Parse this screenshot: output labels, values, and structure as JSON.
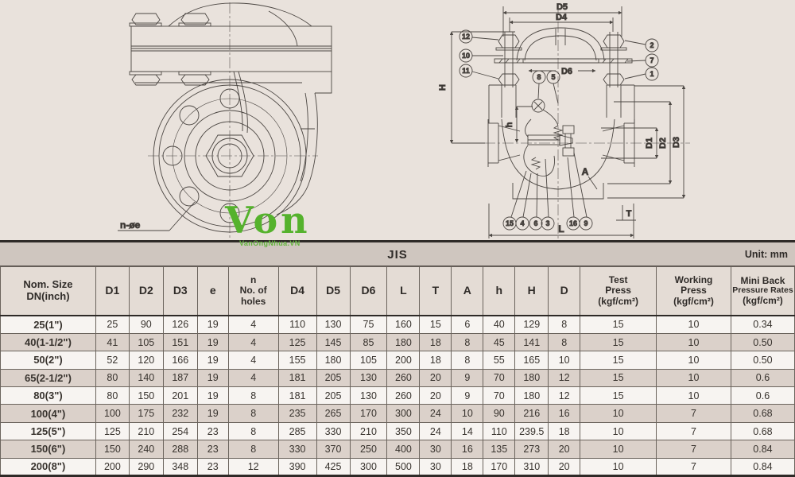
{
  "logo": {
    "text": "Von",
    "tagline": "VanOngNhua.VN",
    "color": "#55b22d"
  },
  "drawings": {
    "left": {
      "hole_label": "n-øe"
    },
    "right": {
      "dims": {
        "d5": "D5",
        "d4": "D4",
        "d6": "D6",
        "h_total": "H",
        "h_inner": "h",
        "d1": "D1",
        "d2": "D2",
        "d3": "D3",
        "a": "A",
        "t": "T",
        "l": "L"
      },
      "callouts": {
        "left": [
          "12",
          "10",
          "11"
        ],
        "right": [
          "2",
          "7",
          "1"
        ],
        "top": [
          "8",
          "5"
        ],
        "bottom": [
          "15",
          "4",
          "6",
          "3",
          "16",
          "9"
        ]
      }
    }
  },
  "table": {
    "standard": "JIS",
    "unit": "Unit: mm",
    "columns": [
      {
        "id": "size",
        "lines": [
          "Nom. Size",
          "DN(inch)"
        ]
      },
      {
        "id": "d1",
        "lines": [
          "D1"
        ]
      },
      {
        "id": "d2",
        "lines": [
          "D2"
        ]
      },
      {
        "id": "d3",
        "lines": [
          "D3"
        ]
      },
      {
        "id": "e",
        "lines": [
          "e"
        ]
      },
      {
        "id": "n",
        "lines": [
          "n",
          "No. of",
          "holes"
        ]
      },
      {
        "id": "d4",
        "lines": [
          "D4"
        ]
      },
      {
        "id": "d5",
        "lines": [
          "D5"
        ]
      },
      {
        "id": "d6",
        "lines": [
          "D6"
        ]
      },
      {
        "id": "L",
        "lines": [
          "L"
        ]
      },
      {
        "id": "T",
        "lines": [
          "T"
        ]
      },
      {
        "id": "A",
        "lines": [
          "A"
        ]
      },
      {
        "id": "h",
        "lines": [
          "h"
        ]
      },
      {
        "id": "H",
        "lines": [
          "H"
        ]
      },
      {
        "id": "D",
        "lines": [
          "D"
        ]
      },
      {
        "id": "test",
        "lines": [
          "Test",
          "Press",
          "(kgf/cm²)"
        ]
      },
      {
        "id": "working",
        "lines": [
          "Working",
          "Press",
          "(kgf/cm²)"
        ]
      },
      {
        "id": "mini",
        "lines": [
          "Mini Back",
          "Pressure Rates",
          "(kgf/cm²)"
        ]
      }
    ],
    "rows": [
      [
        "25(1\")",
        "25",
        "90",
        "126",
        "19",
        "4",
        "110",
        "130",
        "75",
        "160",
        "15",
        "6",
        "40",
        "129",
        "8",
        "15",
        "10",
        "0.34"
      ],
      [
        "40(1-1/2\")",
        "41",
        "105",
        "151",
        "19",
        "4",
        "125",
        "145",
        "85",
        "180",
        "18",
        "8",
        "45",
        "141",
        "8",
        "15",
        "10",
        "0.50"
      ],
      [
        "50(2\")",
        "52",
        "120",
        "166",
        "19",
        "4",
        "155",
        "180",
        "105",
        "200",
        "18",
        "8",
        "55",
        "165",
        "10",
        "15",
        "10",
        "0.50"
      ],
      [
        "65(2-1/2\")",
        "80",
        "140",
        "187",
        "19",
        "4",
        "181",
        "205",
        "130",
        "260",
        "20",
        "9",
        "70",
        "180",
        "12",
        "15",
        "10",
        "0.6"
      ],
      [
        "80(3\")",
        "80",
        "150",
        "201",
        "19",
        "8",
        "181",
        "205",
        "130",
        "260",
        "20",
        "9",
        "70",
        "180",
        "12",
        "15",
        "10",
        "0.6"
      ],
      [
        "100(4\")",
        "100",
        "175",
        "232",
        "19",
        "8",
        "235",
        "265",
        "170",
        "300",
        "24",
        "10",
        "90",
        "216",
        "16",
        "10",
        "7",
        "0.68"
      ],
      [
        "125(5\")",
        "125",
        "210",
        "254",
        "23",
        "8",
        "285",
        "330",
        "210",
        "350",
        "24",
        "14",
        "110",
        "239.5",
        "18",
        "10",
        "7",
        "0.68"
      ],
      [
        "150(6\")",
        "150",
        "240",
        "288",
        "23",
        "8",
        "330",
        "370",
        "250",
        "400",
        "30",
        "16",
        "135",
        "273",
        "20",
        "10",
        "7",
        "0.84"
      ],
      [
        "200(8\")",
        "200",
        "290",
        "348",
        "23",
        "12",
        "390",
        "425",
        "300",
        "500",
        "30",
        "18",
        "170",
        "310",
        "20",
        "10",
        "7",
        "0.84"
      ]
    ]
  }
}
